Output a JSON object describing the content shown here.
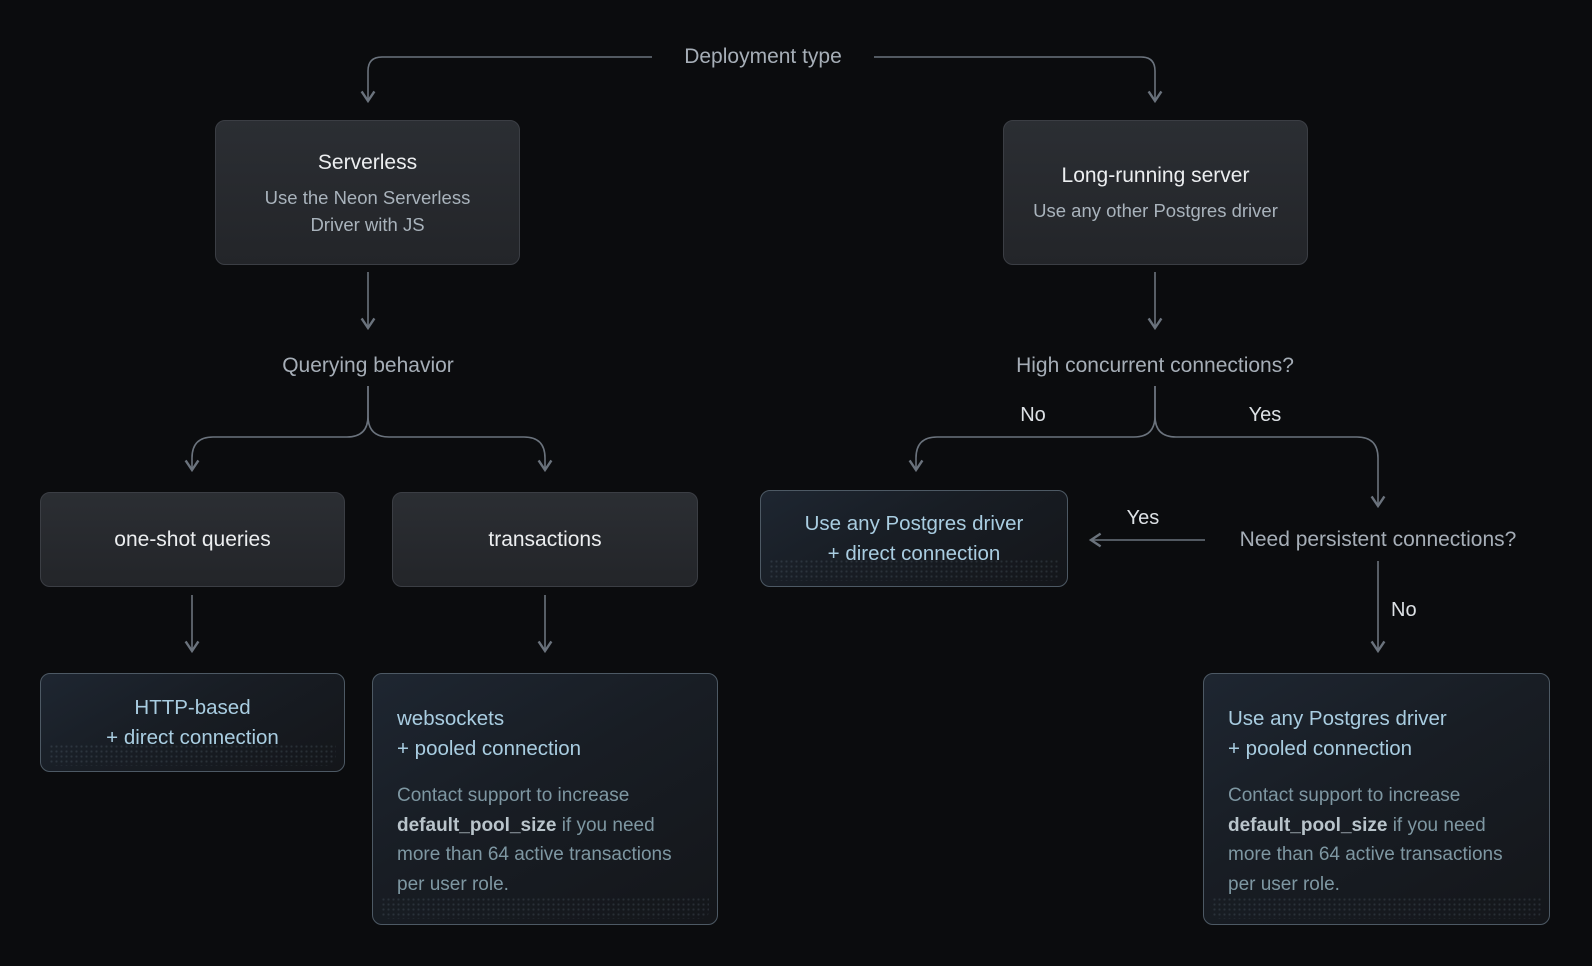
{
  "colors": {
    "canvas_bg": "#0b0c0e",
    "line": "#6b737d",
    "card_bg_top": "#2b2e33",
    "card_bg_bottom": "#232529",
    "card_border": "#3b3e44",
    "card_title": "#eceef0",
    "card_subtitle": "#a9b3bc",
    "accent_card_border": "#4d5964",
    "accent_card_bg_top": "#1e2631",
    "accent_card_bg_bottom": "#14161a",
    "accent_text": "#a9cde1",
    "note_text": "#7e97a2",
    "note_bold": "#b9c4cb",
    "question_label": "#a6aeb7",
    "branch_label": "#dde1e5"
  },
  "labels": {
    "deployment_type": "Deployment type",
    "querying_behavior": "Querying behavior",
    "high_concurrent": "High concurrent connections?",
    "need_persistent": "Need persistent connections?",
    "no_left": "No",
    "yes_right": "Yes",
    "yes_mid": "Yes",
    "no_mid": "No"
  },
  "nodes": {
    "serverless": {
      "title": "Serverless",
      "subtitle": "Use the Neon Serverless Driver with JS"
    },
    "long_running": {
      "title": "Long-running server",
      "subtitle": "Use any other Postgres driver"
    },
    "one_shot": {
      "title": "one-shot queries"
    },
    "transactions": {
      "title": "transactions"
    },
    "http_direct": {
      "line1": "HTTP-based",
      "line2": "+ direct connection"
    },
    "websockets_pooled": {
      "line1": "websockets",
      "line2": "+ pooled connection",
      "note_pre": "Contact support to increase ",
      "note_bold": "default_pool_size",
      "note_post": " if you need more than 64 active transactions per user role."
    },
    "any_direct": {
      "line1": "Use any Postgres driver",
      "line2": "+ direct connection"
    },
    "any_pooled": {
      "line1": "Use any Postgres driver",
      "line2": "+ pooled connection",
      "note_pre": "Contact support to increase ",
      "note_bold": "default_pool_size",
      "note_post": " if you need more than 64 active transactions per user role."
    }
  }
}
